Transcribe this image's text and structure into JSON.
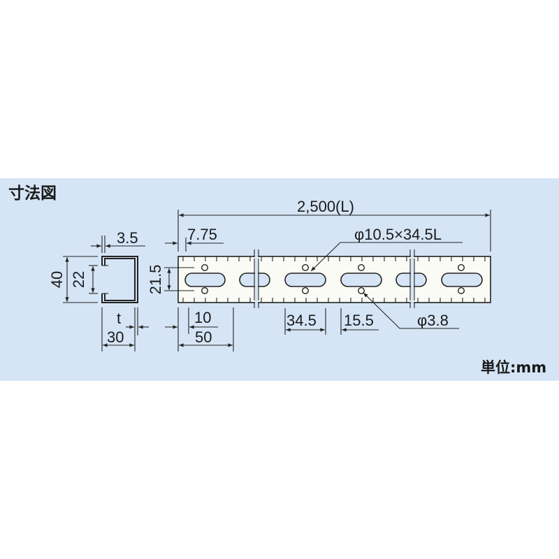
{
  "title": "寸法図",
  "unit_label": "単位:mm",
  "cross_section": {
    "width": "30",
    "height": "40",
    "opening": "22",
    "lip": "3.5",
    "thickness": "t"
  },
  "strip": {
    "length": "2,500(L)",
    "edge_offset": "7.75",
    "hole_spacing": "21.5",
    "slot_label": "φ10.5×34.5L",
    "hole_label": "φ3.8",
    "first_offset": "10",
    "pitch": "50",
    "slot_length": "34.5",
    "gap": "15.5"
  }
}
